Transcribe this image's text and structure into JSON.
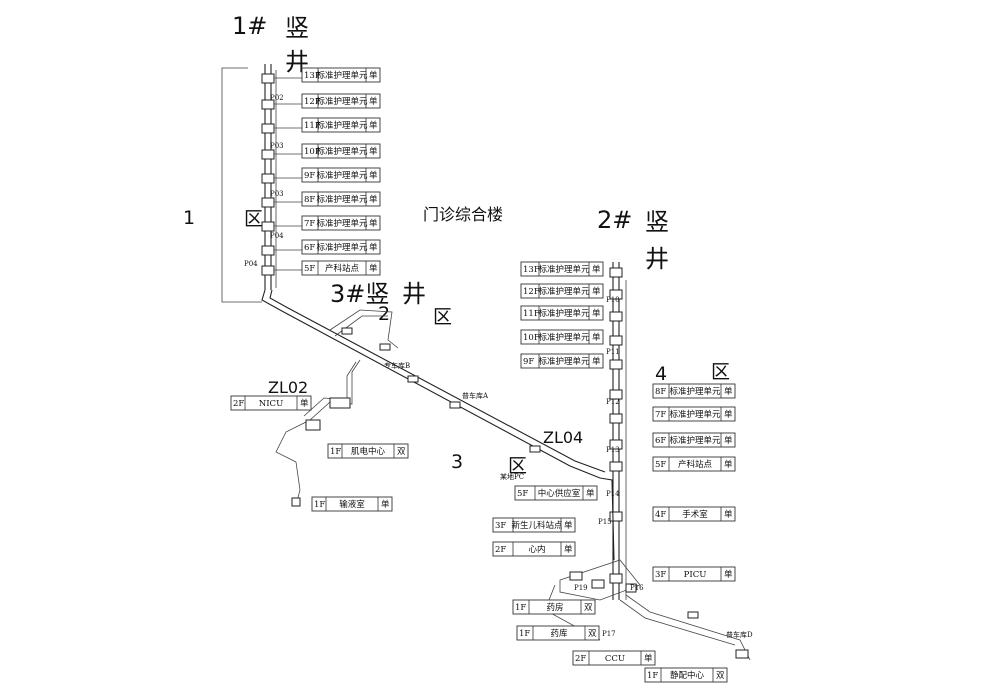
{
  "shafts": {
    "s1_a": "1#",
    "s1_b": "竖",
    "s1_c": "井",
    "s2_a": "2#",
    "s2_b": "竖",
    "s2_c": "井",
    "s3": "3#竖",
    "s3_b": "井"
  },
  "zones": {
    "z1_num": "1",
    "z1_char": "区",
    "z2_num": "2",
    "z2_char": "区",
    "z3_num": "3",
    "z3_char": "区",
    "z4_num": "4",
    "z4_char": "区"
  },
  "building_title": "门诊综合楼",
  "junctions": {
    "zl02": "ZL02",
    "zl04": "ZL04"
  },
  "route_labels": {
    "cart_a": "普车库A",
    "cart_b": "专车库B",
    "cart_d": "普车库D",
    "junction_c": "某地PC",
    "p04": "P04"
  },
  "left_stations": [
    {
      "floor": "13F",
      "name": "标准护理单元",
      "tag": "单"
    },
    {
      "floor": "12F",
      "name": "标准护理单元",
      "tag": "单"
    },
    {
      "floor": "11F",
      "name": "标准护理单元",
      "tag": "单"
    },
    {
      "floor": "10F",
      "name": "标准护理单元",
      "tag": "单"
    },
    {
      "floor": "9F",
      "name": "标准护理单元",
      "tag": "单"
    },
    {
      "floor": "8F",
      "name": "标准护理单元",
      "tag": "单"
    },
    {
      "floor": "7F",
      "name": "标准护理单元",
      "tag": "单"
    },
    {
      "floor": "6F",
      "name": "标准护理单元",
      "tag": "单"
    },
    {
      "floor": "5F",
      "name": "产科站点",
      "tag": "单"
    }
  ],
  "left_pipe_ids": [
    "P02",
    "P03",
    "P03",
    "P04"
  ],
  "right_stations_top": [
    {
      "floor": "13F",
      "name": "标准护理单元",
      "tag": "单"
    },
    {
      "floor": "12F",
      "name": "标准护理单元",
      "tag": "单"
    },
    {
      "floor": "11F",
      "name": "标准护理单元",
      "tag": "单"
    },
    {
      "floor": "10F",
      "name": "标准护理单元",
      "tag": "单"
    },
    {
      "floor": "9F",
      "name": "标准护理单元",
      "tag": "单"
    }
  ],
  "right_stations_mid": [
    {
      "floor": "8F",
      "name": "标准护理单元",
      "tag": "单"
    },
    {
      "floor": "7F",
      "name": "标准护理单元",
      "tag": "单"
    },
    {
      "floor": "6F",
      "name": "标准护理单元",
      "tag": "单"
    },
    {
      "floor": "5F",
      "name": "产科站点",
      "tag": "单"
    },
    {
      "floor": "4F",
      "name": "手术室",
      "tag": "单"
    },
    {
      "floor": "3F",
      "name": "PICU",
      "tag": "单"
    }
  ],
  "right_pipe_ids": [
    "P10",
    "P11",
    "P12",
    "P13",
    "P14",
    "P15",
    "P16",
    "P17",
    "P19"
  ],
  "zone3_stations": [
    {
      "floor": "2F",
      "name": "NICU",
      "tag": "单"
    },
    {
      "floor": "1F",
      "name": "肌电中心",
      "tag": "双"
    },
    {
      "floor": "1F",
      "name": "输液室",
      "tag": "单"
    }
  ],
  "center_stations": [
    {
      "floor": "5F",
      "name": "中心供应室",
      "tag": "单"
    },
    {
      "floor": "3F",
      "name": "新生儿科站点",
      "tag": "单"
    },
    {
      "floor": "2F",
      "name": "心内",
      "tag": "单"
    }
  ],
  "bottom_stations": [
    {
      "floor": "1F",
      "name": "药房",
      "tag": "双"
    },
    {
      "floor": "1F",
      "name": "药库",
      "tag": "双"
    },
    {
      "floor": "2F",
      "name": "CCU",
      "tag": "单"
    },
    {
      "floor": "1F",
      "name": "静配中心",
      "tag": "双"
    }
  ]
}
